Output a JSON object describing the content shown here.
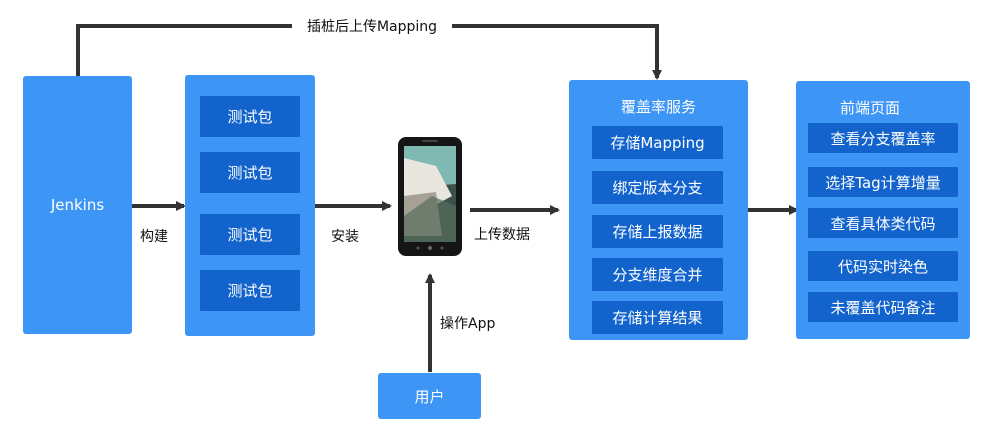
{
  "top_label": "插桩后上传Mapping",
  "jenkins": {
    "label": "Jenkins"
  },
  "build_label": "构建",
  "packages": [
    "测试包",
    "测试包",
    "测试包",
    "测试包"
  ],
  "install_label": "安装",
  "upload_label": "上传数据",
  "operate_label": "操作App",
  "user": {
    "label": "用户"
  },
  "coverage_service": {
    "title": "覆盖率服务",
    "items": [
      "存储Mapping",
      "绑定版本分支",
      "存储上报数据",
      "分支维度合并",
      "存储计算结果"
    ]
  },
  "frontend": {
    "title": "前端页面",
    "items": [
      "查看分支覆盖率",
      "选择Tag计算增量",
      "查看具体类代码",
      "代码实时染色",
      "未覆盖代码备注"
    ]
  },
  "colors": {
    "panel": "#3d96f5",
    "sub": "#1263cc",
    "arrow": "#333333"
  }
}
